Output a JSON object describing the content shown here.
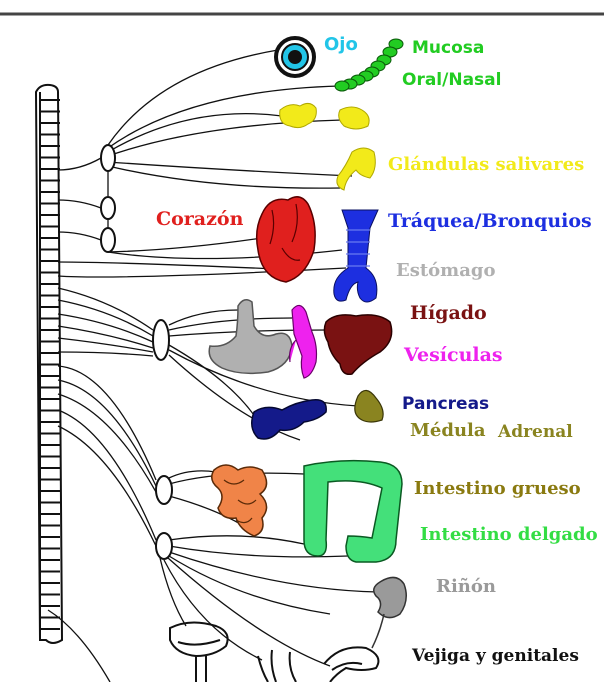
{
  "labels": {
    "ojo": "Ojo",
    "mucosa": "Mucosa",
    "oral_nasal": "Oral/Nasal",
    "glandulas": "Glándulas salivares",
    "corazon": "Corazón",
    "traquea": "Tráquea/Bronquios",
    "estomago": "Estómago",
    "higado": "Hígado",
    "vesiculas": "Vesículas",
    "pancreas": "Pancreas",
    "medula": "Médula",
    "adrenal": "Adrenal",
    "intestino_grueso": "Intestino grueso",
    "intestino_delgado": "Intestino delgado",
    "rinon": "Riñón",
    "vejiga": "Vejiga y genitales"
  },
  "colors": {
    "ojo": "#22c5e8",
    "mucosa": "#22cc22",
    "glandulas": "#f2ea1a",
    "corazon": "#e0201e",
    "traquea": "#1d2fe0",
    "estomago": "#b0b0b0",
    "higado": "#7a1212",
    "vesiculas": "#ee22ee",
    "pancreas": "#141a8a",
    "medula": "#8a8420",
    "intestino_grueso": "#8a7a10",
    "intestino_delgado": "#33dd44",
    "rinon": "#9a9a9a",
    "vejiga": "#111111",
    "organ_orange": "#f08448",
    "organ_green": "#44e07a"
  }
}
